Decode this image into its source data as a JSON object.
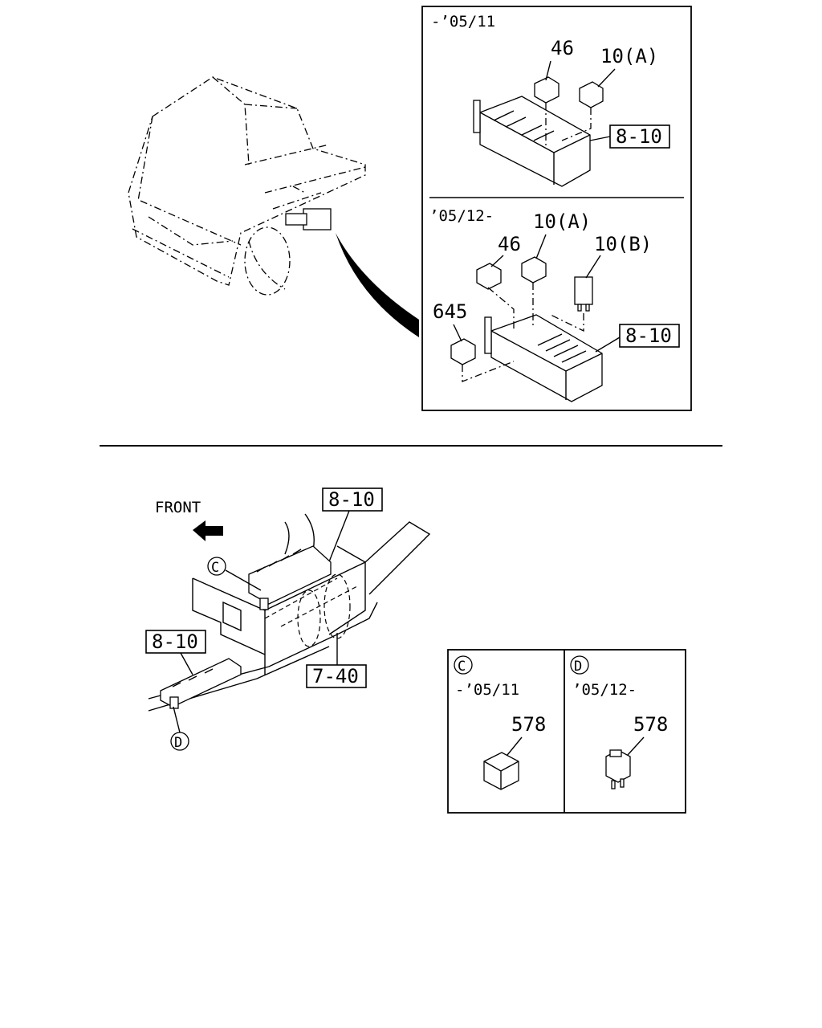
{
  "top_panel": {
    "early": {
      "date_range": "-’05/11",
      "labels": {
        "relay_46": "46",
        "relay_10a": "10(A)",
        "box_ref": "8-10"
      }
    },
    "late": {
      "date_range": "’05/12-",
      "labels": {
        "relay_46": "46",
        "relay_10a": "10(A)",
        "relay_10b": "10(B)",
        "relay_645": "645",
        "box_ref": "8-10"
      }
    }
  },
  "chassis": {
    "front_label": "FRONT",
    "ref_upper": "8-10",
    "ref_lower": "8-10",
    "ref_frame": "7-40",
    "callout_c": "C",
    "callout_d": "D"
  },
  "detail_panel": {
    "c": {
      "callout": "C",
      "date_range": "-’05/11",
      "part": "578"
    },
    "d": {
      "callout": "D",
      "date_range": "’05/12-",
      "part": "578"
    }
  }
}
